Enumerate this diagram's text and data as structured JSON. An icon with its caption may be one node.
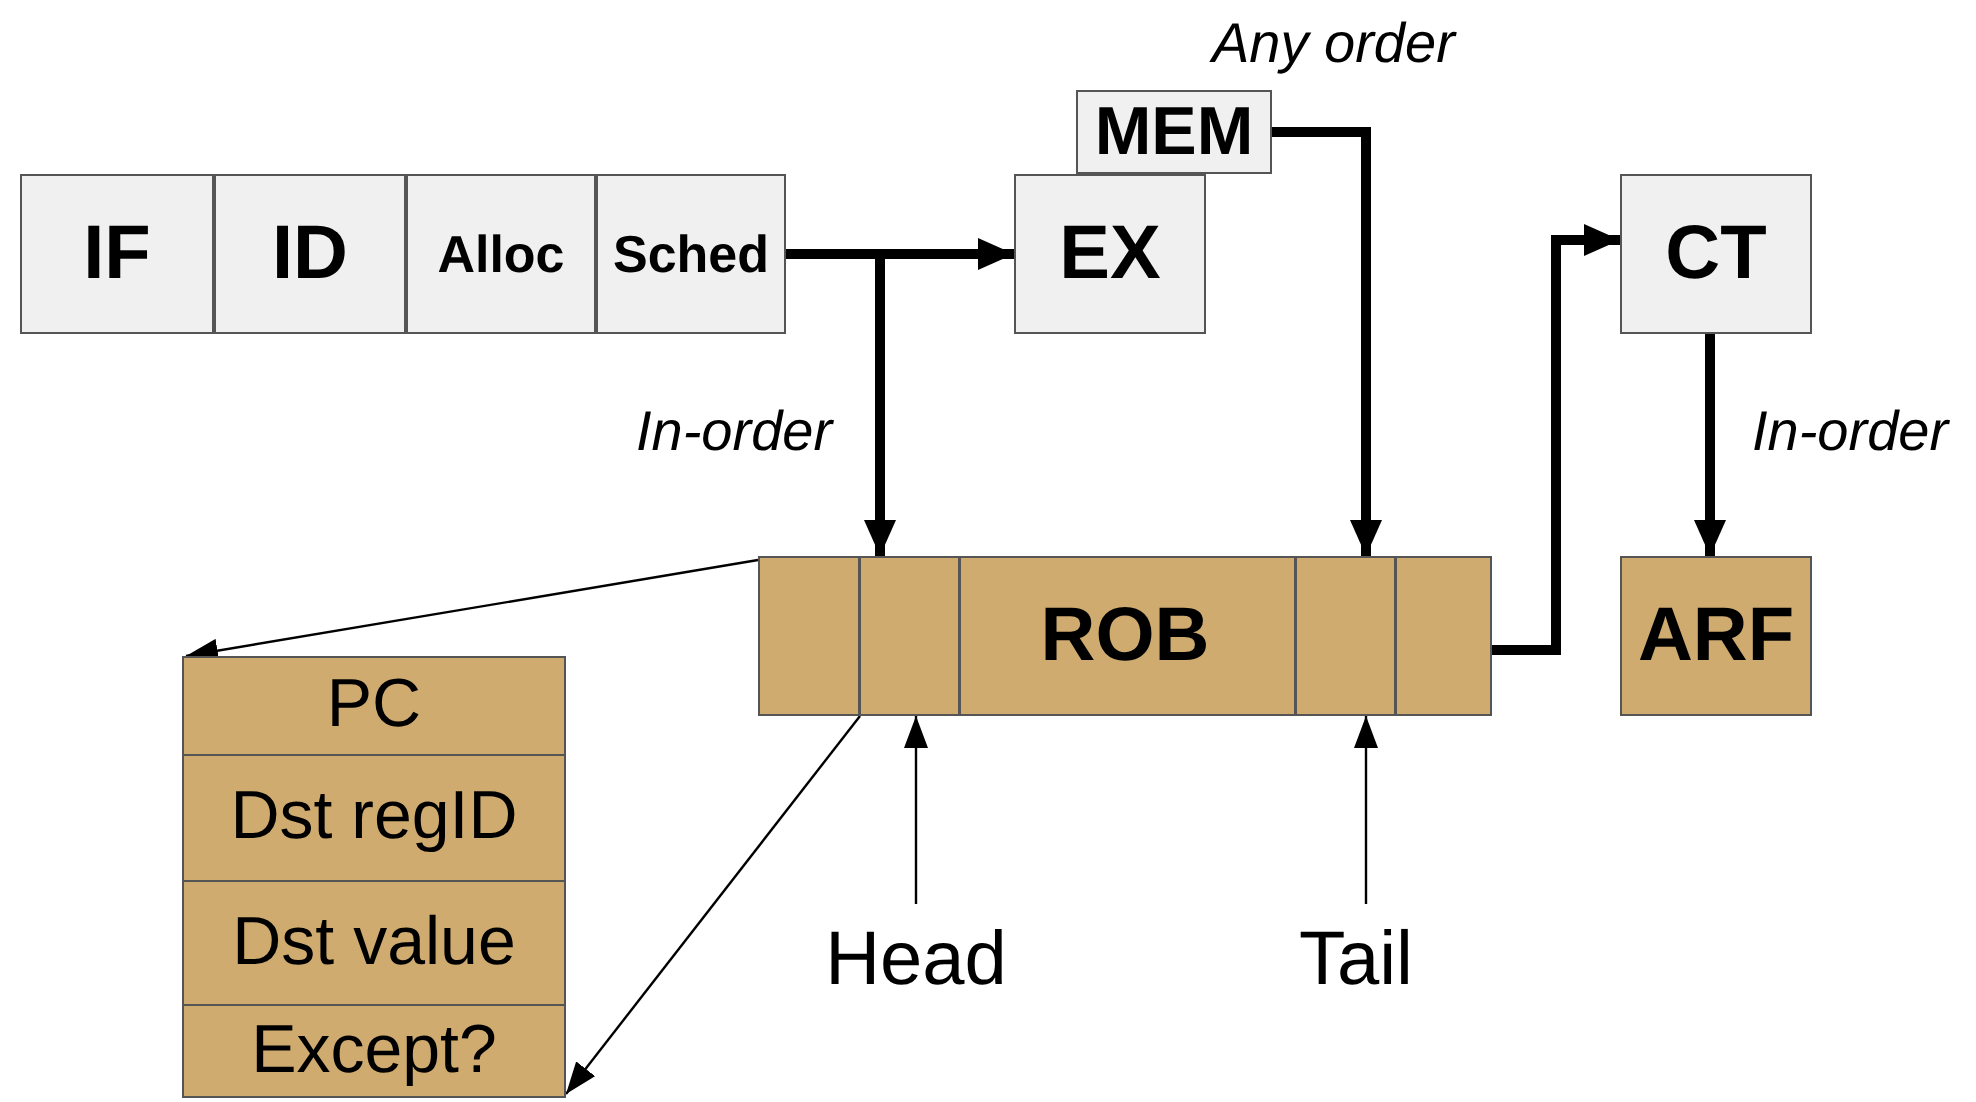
{
  "diagram": {
    "nodes": [
      {
        "text": [
          "IF"
        ]
      },
      {
        "text": [
          "ID"
        ]
      },
      {
        "text": [
          "Alloc"
        ]
      },
      {
        "text": [
          "Sched"
        ]
      },
      {
        "text": [
          "MEM"
        ]
      },
      {
        "text": [
          "EX"
        ]
      },
      {
        "text": [
          "CT"
        ]
      },
      {
        "text": [
          "ROB"
        ]
      },
      {
        "text": [
          "ARF"
        ]
      },
      {
        "text": [
          "PC",
          "Dst regID",
          "Dst value",
          "Except?"
        ]
      },
      {
        "text": [
          "Head"
        ]
      },
      {
        "text": [
          "Tail"
        ]
      }
    ],
    "edges": [
      {
        "from": 3,
        "to": 5,
        "arrow": "to"
      },
      {
        "from": 3,
        "to": 7,
        "arrow": "to"
      },
      {
        "from": 4,
        "to": 7,
        "arrow": "to"
      },
      {
        "from": 7,
        "to": 6,
        "arrow": "to"
      },
      {
        "from": 6,
        "to": 8,
        "arrow": "to"
      },
      {
        "from": 7,
        "to": 9,
        "arrow": "to"
      },
      {
        "from": 7,
        "to": 9,
        "arrow": "to"
      },
      {
        "from": 10,
        "to": 7,
        "arrow": "to"
      },
      {
        "from": 11,
        "to": 7,
        "arrow": "to"
      }
    ],
    "labels": [
      "Any order",
      "In-order",
      "In-order"
    ]
  }
}
